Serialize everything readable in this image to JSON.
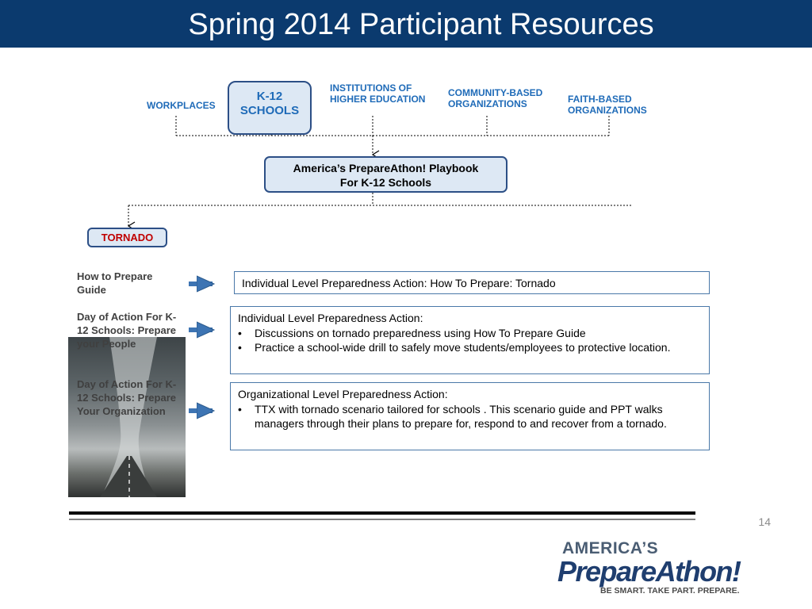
{
  "title": "Spring 2014 Participant Resources",
  "sectors": {
    "workplaces": "WORKPLACES",
    "k12": "K-12 SCHOOLS",
    "higher_ed": "INSTITUTIONS OF HIGHER EDUCATION",
    "community": "COMMUNITY-BASED ORGANIZATIONS",
    "faith": "FAITH-BASED ORGANIZATIONS"
  },
  "playbook": {
    "line1": "America’s PrepareAthon! Playbook",
    "line2": "For K-12 Schools"
  },
  "hazard": "TORNADO",
  "left_items": [
    "How to Prepare Guide",
    "Day of Action For K-12 Schools: Prepare your People",
    "Day of Action For K-12 Schools: Prepare Your Organization"
  ],
  "actions": [
    {
      "heading": "Individual Level Preparedness Action:  How To Prepare: Tornado"
    },
    {
      "heading": "Individual Level Preparedness Action:",
      "bullets": [
        "Discussions on tornado preparedness using How To Prepare Guide",
        "Practice a school-wide drill to safely move students/employees to protective location."
      ]
    },
    {
      "heading": "Organizational Level Preparedness Action:",
      "bullets": [
        "TTX with tornado scenario tailored for schools .  This scenario guide and PPT walks managers through their plans  to prepare for, respond  to and recover from a tornado."
      ]
    }
  ],
  "bullet_char": "•",
  "page_number": "14",
  "logo": {
    "line1": "AMERICA’S",
    "line2": "PrepareAthon!",
    "tagline": "BE SMART. TAKE PART. PREPARE."
  },
  "colors": {
    "title_bar": "#0b3a6e",
    "sector_text": "#1f6bb8",
    "box_fill": "#dde8f4",
    "box_border": "#2c4f86",
    "hazard_text": "#c00000",
    "arrow": "#3d74b3"
  }
}
